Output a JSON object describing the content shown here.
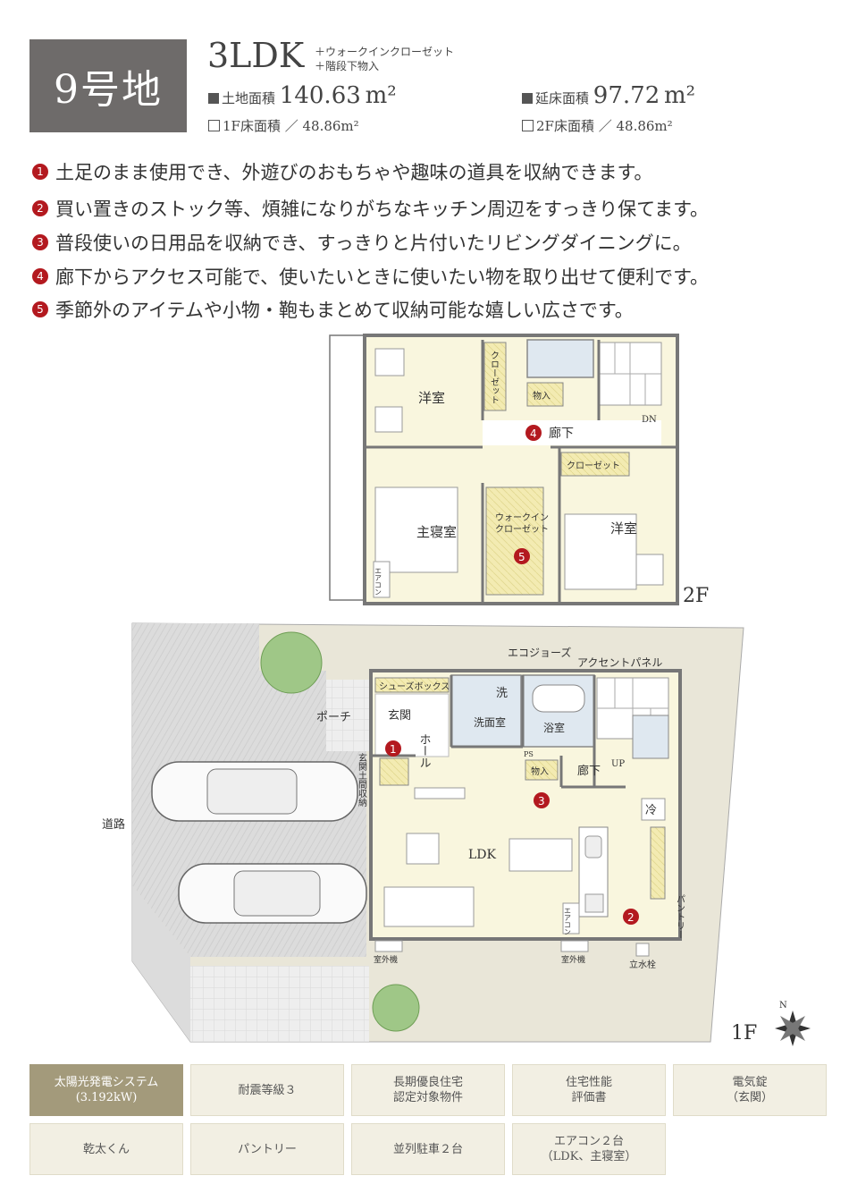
{
  "header": {
    "lot": "9号地",
    "plan_type": "3LDK",
    "plan_extra_1": "＋ウォークインクローゼット",
    "plan_extra_2": "＋階段下物入",
    "land_area_label": "土地面積",
    "land_area_value": "140.63",
    "floor_total_label": "延床面積",
    "floor_total_value": "97.72",
    "unit": "m²",
    "f1_label": "1F床面積 ／ 48.86m²",
    "f2_label": "2F床面積 ／ 48.86m²"
  },
  "features": [
    {
      "num": "1",
      "text": "土足のまま使用でき、外遊びのおもちゃや趣味の道具を収納できます。"
    },
    {
      "num": "2",
      "text": "買い置きのストック等、煩雑になりがちなキッチン周辺をすっきり保てます。"
    },
    {
      "num": "3",
      "text": "普段使いの日用品を収納でき、すっきりと片付いたリビングダイニングに。"
    },
    {
      "num": "4",
      "text": "廊下からアクセス可能で、使いたいときに使いたい物を取り出せて便利です。"
    },
    {
      "num": "5",
      "text": "季節外のアイテムや小物・鞄もまとめて収納可能な嬉しい広さです。"
    }
  ],
  "floor2": {
    "label": "2F",
    "room_western_1": "洋室",
    "closet_vertical": "クローゼット",
    "storage": "物入",
    "hallway": "廊下",
    "dn": "DN",
    "closet": "クローゼット",
    "master": "主寝室",
    "wic_1": "ウォークイン",
    "wic_2": "クローゼット",
    "room_western_2": "洋室",
    "aircon": "エアコン",
    "marker_4": "4",
    "marker_5": "5"
  },
  "floor1": {
    "label": "1F",
    "eco_jozu": "エコジョーズ",
    "accent_panel": "アクセントパネル",
    "shoe_box": "シューズボックス",
    "wash_icon": "洗",
    "porch": "ポーチ",
    "entrance": "玄関",
    "washroom": "洗面室",
    "bathroom": "浴室",
    "hall": "ホール",
    "entrance_storage": "玄関土間収納",
    "ps": "PS",
    "storage": "物入",
    "hallway": "廊下",
    "up": "UP",
    "fridge": "冷",
    "road": "道路",
    "ldk": "LDK",
    "aircon": "エアコン",
    "pantry": "パントリー",
    "outdoor_unit_1": "室外機",
    "outdoor_unit_2": "室外機",
    "faucet": "立水栓",
    "compass": "N",
    "marker_1": "1",
    "marker_2": "2",
    "marker_3": "3"
  },
  "tags": [
    {
      "label": "太陽光発電システム\n(3.192kW)",
      "active": true
    },
    {
      "label": "耐震等級３",
      "active": false
    },
    {
      "label": "長期優良住宅\n認定対象物件",
      "active": false
    },
    {
      "label": "住宅性能\n評価書",
      "active": false
    },
    {
      "label": "電気錠\n（玄関）",
      "active": false
    },
    {
      "label": "乾太くん",
      "active": false
    },
    {
      "label": "パントリー",
      "active": false
    },
    {
      "label": "並列駐車２台",
      "active": false
    },
    {
      "label": "エアコン２台\n（LDK、主寝室）",
      "active": false
    }
  ]
}
